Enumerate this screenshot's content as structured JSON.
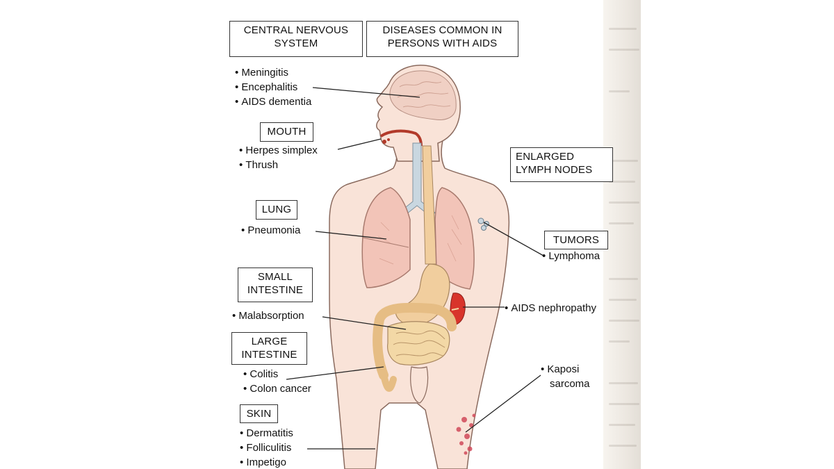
{
  "colors": {
    "skin": "#f9e3d8",
    "skin_outline": "#8a6a5e",
    "lung": "#f2c4b8",
    "brain": "#f0d0c4",
    "trachea": "#c9d7e0",
    "stomach": "#f1ce9e",
    "intestine": "#f3d8a6",
    "kidney": "#d8342b",
    "mouth": "#b23a2a",
    "sarcoma": "#d14a5a",
    "leader_line": "#222222"
  },
  "boxes": {
    "cns_title": "CENTRAL NERVOUS SYSTEM",
    "main_title_line1": "DISEASES COMMON IN",
    "main_title_line2": "PERSONS WITH AIDS",
    "mouth": "MOUTH",
    "lung": "LUNG",
    "small_intestine_line1": "SMALL",
    "small_intestine_line2": "INTESTINE",
    "large_intestine_line1": "LARGE",
    "large_intestine_line2": "INTESTINE",
    "skin": "SKIN",
    "lymph_line1": "ENLARGED",
    "lymph_line2": "LYMPH NODES",
    "tumors": "TUMORS"
  },
  "cns_title_lines": [
    "CENTRAL NERVOUS",
    "SYSTEM"
  ],
  "items": {
    "cns": [
      "Meningitis",
      "Encephalitis",
      "AIDS dementia"
    ],
    "mouth": [
      "Herpes simplex",
      "Thrush"
    ],
    "lung": [
      "Pneumonia"
    ],
    "small_intestine": [
      "Malabsorption"
    ],
    "large_intestine": [
      "Colitis",
      "Colon cancer"
    ],
    "skin": [
      "Dermatitis",
      "Folliculitis",
      "Impetigo"
    ],
    "tumors": [
      "Lymphoma"
    ],
    "kidney": [
      "AIDS nephropathy"
    ],
    "kaposi": [
      "Kaposi",
      "sarcoma"
    ]
  }
}
